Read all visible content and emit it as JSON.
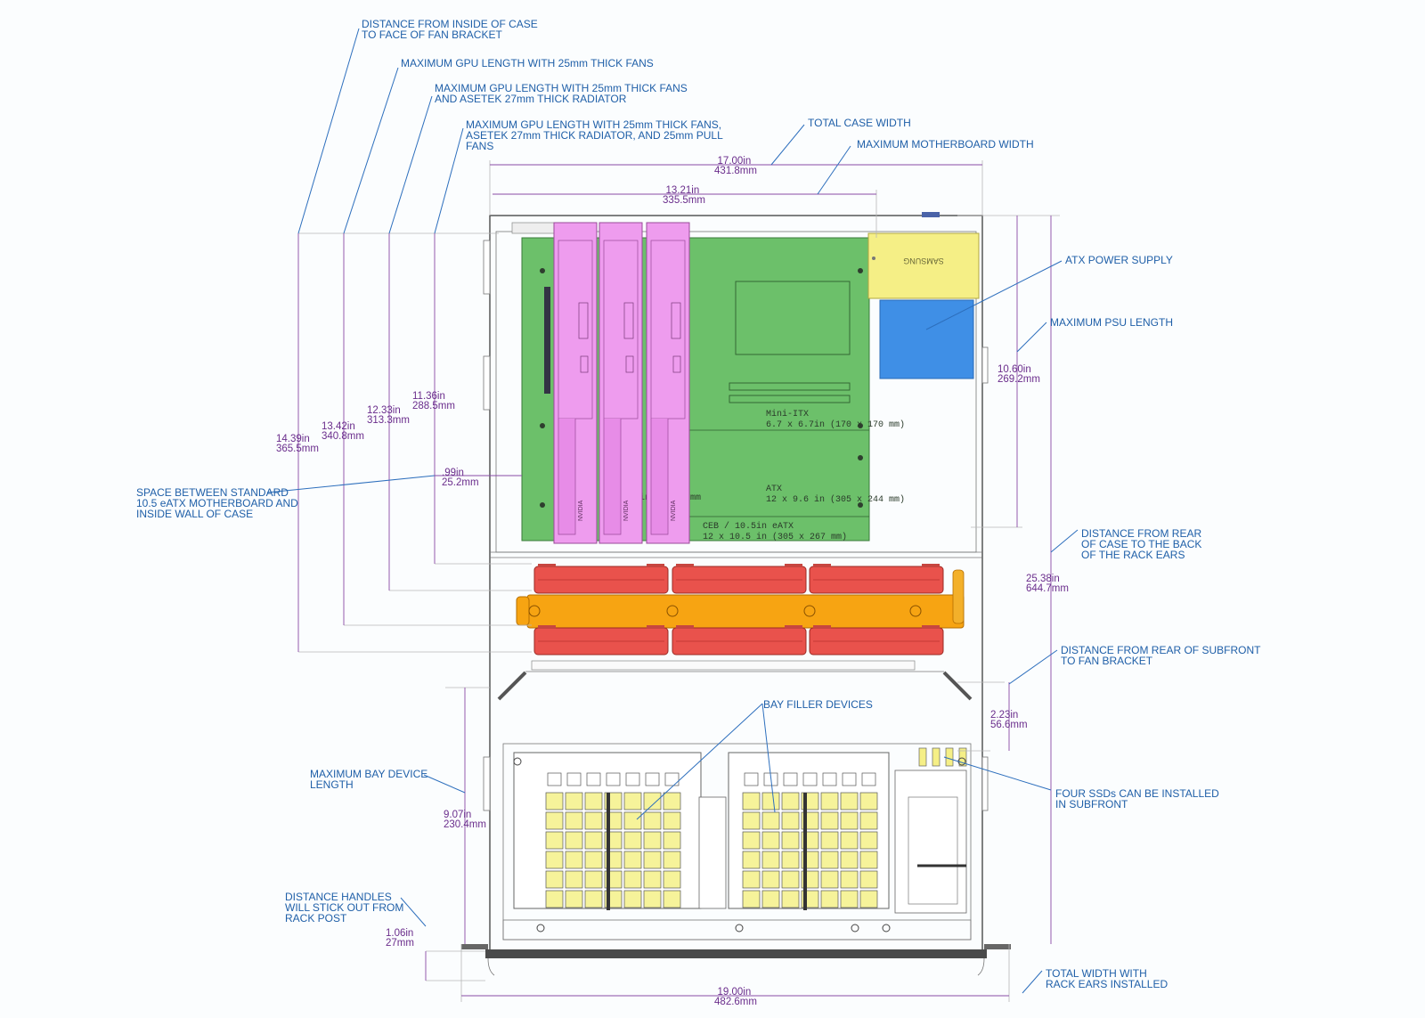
{
  "callouts": {
    "fan_bracket": [
      "DISTANCE FROM INSIDE OF CASE",
      "TO FACE OF FAN BRACKET"
    ],
    "gpu_25mm": [
      "MAXIMUM GPU LENGTH WITH 25mm THICK FANS"
    ],
    "gpu_radiator": [
      "MAXIMUM GPU LENGTH WITH 25mm THICK FANS",
      "AND ASETEK 27mm THICK RADIATOR"
    ],
    "gpu_pull": [
      "MAXIMUM GPU LENGTH WITH 25mm THICK FANS,",
      "ASETEK 27mm THICK RADIATOR, AND 25mm PULL",
      "FANS"
    ],
    "case_width": [
      "TOTAL CASE WIDTH"
    ],
    "mobo_width": [
      "MAXIMUM MOTHERBOARD WIDTH"
    ],
    "atx_psu": [
      "ATX POWER SUPPLY"
    ],
    "psu_length": [
      "MAXIMUM PSU LENGTH"
    ],
    "space_wall": [
      "SPACE BETWEEN STANDARD",
      "10.5 eATX MOTHERBOARD AND",
      "INSIDE WALL OF CASE"
    ],
    "rack_ears": [
      "DISTANCE FROM REAR",
      "OF CASE TO THE BACK",
      "OF THE RACK EARS"
    ],
    "subfront": [
      "DISTANCE FROM REAR OF SUBFRONT",
      "TO FAN BRACKET"
    ],
    "bay_filler": [
      "BAY FILLER DEVICES"
    ],
    "bay_length": [
      "MAXIMUM BAY DEVICE",
      "LENGTH"
    ],
    "ssds": [
      "FOUR SSDs CAN BE INSTALLED",
      "IN SUBFRONT"
    ],
    "handles": [
      "DISTANCE HANDLES",
      "WILL STICK OUT FROM",
      "RACK POST"
    ],
    "total_width": [
      "TOTAL WIDTH WITH",
      "RACK EARS INSTALLED"
    ]
  },
  "dimensions": {
    "case_width": [
      "17.00in",
      "431.8mm"
    ],
    "mobo_width": [
      "13.21in",
      "335.5mm"
    ],
    "fan_bracket": [
      "14.39in",
      "365.5mm"
    ],
    "gpu_25mm": [
      "13.42in",
      "340.8mm"
    ],
    "gpu_radiator": [
      "12.33in",
      "313.3mm"
    ],
    "gpu_pull": [
      "11.36in",
      "288.5mm"
    ],
    "space_wall": [
      ".99in",
      "25.2mm"
    ],
    "psu_length": [
      "10.60in",
      "269.2mm"
    ],
    "rack_ears": [
      "25.38in",
      "644.7mm"
    ],
    "subfront": [
      "2.23in",
      "56.6mm"
    ],
    "bay_length": [
      "9.07in",
      "230.4mm"
    ],
    "handles": [
      "1.06in",
      "27mm"
    ],
    "total_width": [
      "19.00in",
      "482.6mm"
    ]
  },
  "board_labels": {
    "mini_itx": [
      "Mini-ITX",
      "6.7 x 6.7in (170 x 170 mm)"
    ],
    "atx": [
      "ATX",
      "12 x 9.6 in (305 x 244 mm)"
    ],
    "ceb": [
      "CEB / 10.5in eATX",
      "12 x 10.5 in (305 x 267 mm)"
    ],
    "partial": [
      "in",
      "mm"
    ]
  },
  "psu_brand": "SAMSUNG",
  "gpu_brand": "NVIDIA",
  "colors": {
    "motherboard": "#6cc06a",
    "gpu": "#ee9cee",
    "psu": "#f5ef86",
    "psu_block": "#3f8fe6",
    "fans": "#e9524c",
    "radiator": "#f7a412",
    "bay_grid": "#f6f39a",
    "callout_text": "#1f5fa8",
    "dimension_text": "#6a2d8c"
  }
}
